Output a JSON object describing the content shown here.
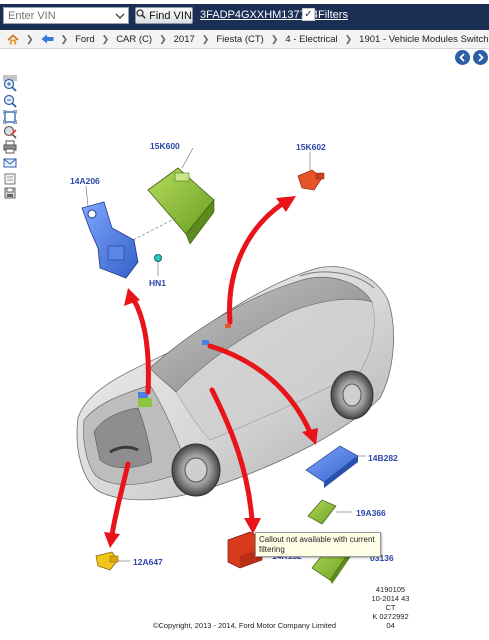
{
  "header": {
    "vin_placeholder": "Enter VIN",
    "find_vin_label": "Find VIN",
    "vin_number": "3FADP4GXXHM137744",
    "filters_label": "Filters",
    "filters_checked": true
  },
  "breadcrumb": {
    "items": [
      "Ford",
      "CAR (C)",
      "2017",
      "Fiesta (CT)",
      "4 - Electrical",
      "1901 - Vehicle Modules Switches And Relays"
    ]
  },
  "icons": {
    "home": "home-icon",
    "back": "back-arrow-icon",
    "prev": "previous-page-icon",
    "next": "next-page-icon",
    "tools": [
      "zoom-in-icon",
      "zoom-out-icon",
      "fit-to-window-icon",
      "reset-view-icon",
      "print-icon",
      "email-icon",
      "notes-icon",
      "save-icon"
    ]
  },
  "diagram": {
    "callouts": [
      "15K600",
      "15K602",
      "14A206",
      "HN1",
      "14B282",
      "19A366",
      "14K132",
      "03136",
      "12A647"
    ],
    "tooltip": "Callout not available with current filtering",
    "meta": [
      "4190105",
      "10-2014 43",
      "CT",
      "K 0272992 04"
    ],
    "copyright": "©Copyright, 2013 - 2014, Ford Motor Company Limited"
  },
  "colors": {
    "header_bg": "#1b2f55",
    "callout_text": "#2b46a8",
    "arrow_red": "#e8141a",
    "module_green": "#8cc63f",
    "module_blue": "#4a7fe6",
    "module_orange": "#e8542a"
  }
}
